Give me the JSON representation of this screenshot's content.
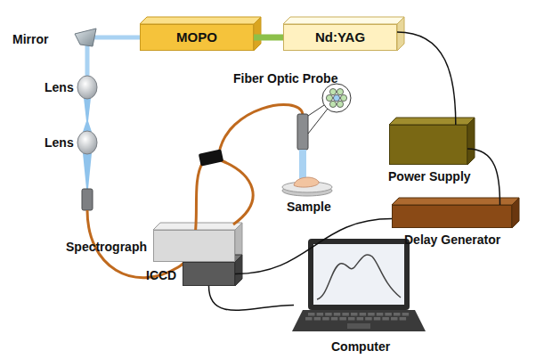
{
  "diagram": {
    "nodes": [
      {
        "text": [
          "MOPO"
        ]
      },
      {
        "text": [
          "Nd:YAG"
        ]
      },
      {
        "text": [
          "Power Supply"
        ]
      },
      {
        "text": [
          "Delay Generator"
        ]
      },
      {
        "text": [
          "Spectrograph"
        ]
      },
      {
        "text": [
          "ICCD"
        ]
      },
      {
        "text": [
          "Computer"
        ]
      }
    ],
    "edges": [
      {
        "from": 1,
        "to": 0,
        "arrow": "none"
      },
      {
        "from": 1,
        "to": 2,
        "arrow": "none"
      },
      {
        "from": 2,
        "to": 3,
        "arrow": "none"
      },
      {
        "from": 3,
        "to": 5,
        "arrow": "none"
      },
      {
        "from": 5,
        "to": 6,
        "arrow": "none"
      }
    ],
    "labels": [
      "Mirror",
      "Lens",
      "Lens",
      "Fiber Optic Probe",
      "Sample"
    ]
  }
}
